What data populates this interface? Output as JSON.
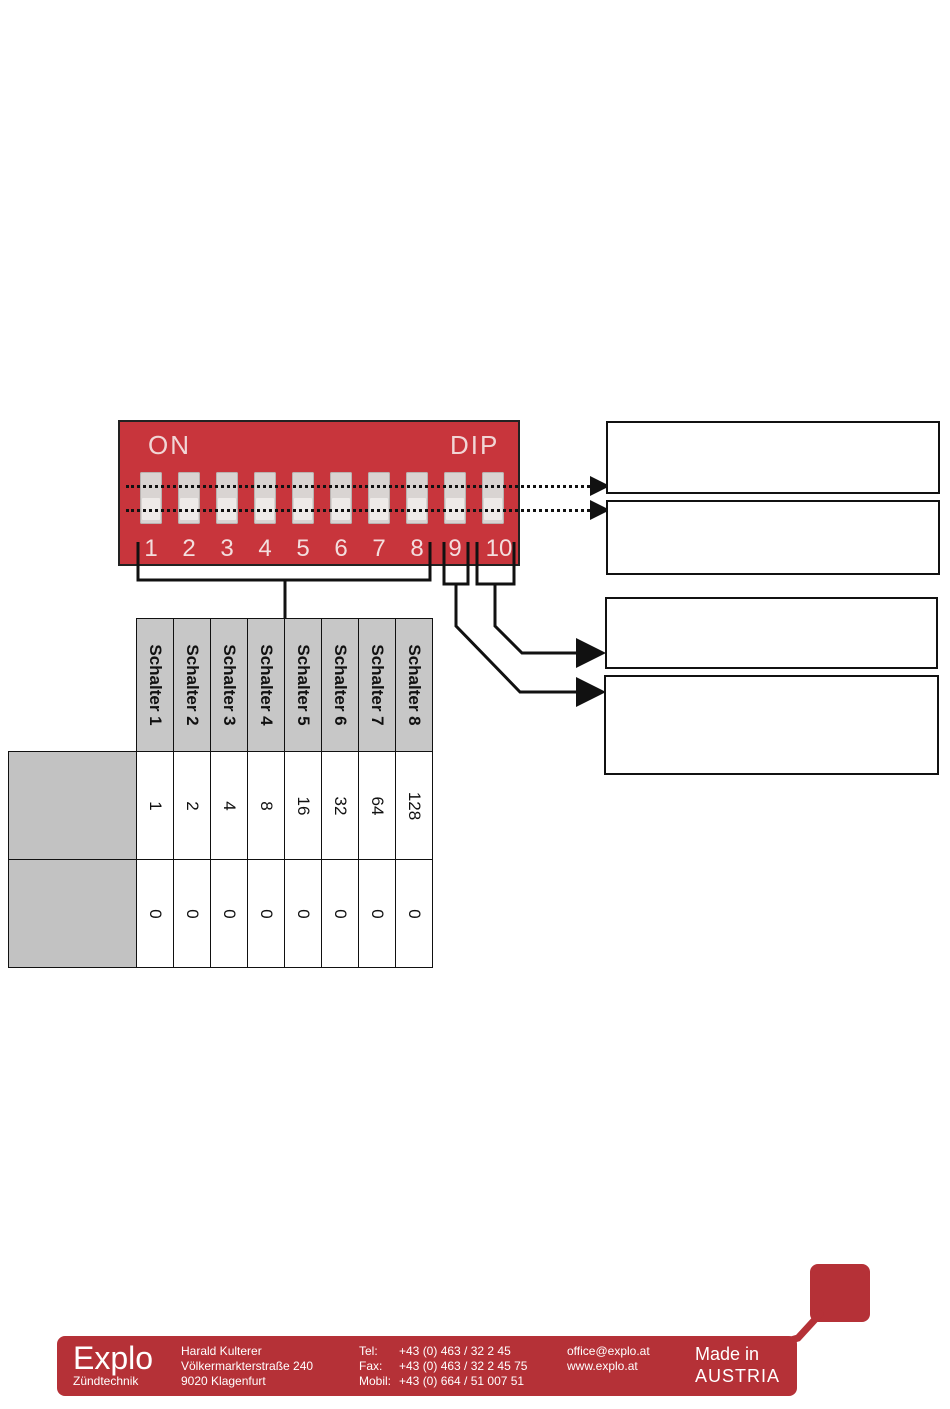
{
  "dip": {
    "on_label": "ON",
    "dip_label": "DIP",
    "switch_numbers": [
      "1",
      "2",
      "3",
      "4",
      "5",
      "6",
      "7",
      "8",
      "9",
      "10"
    ]
  },
  "table": {
    "headers": [
      "Schalter 1",
      "Schalter 2",
      "Schalter 3",
      "Schalter 4",
      "Schalter 5",
      "Schalter 6",
      "Schalter 7",
      "Schalter 8"
    ],
    "weights": [
      "1",
      "2",
      "4",
      "8",
      "16",
      "32",
      "64",
      "128"
    ],
    "states": [
      "0",
      "0",
      "0",
      "0",
      "0",
      "0",
      "0",
      "0"
    ]
  },
  "footer": {
    "brand": "Explo",
    "brand_sub": "Zündtechnik",
    "address": [
      "Harald Kulterer",
      "Völkermarkterstraße 240",
      "9020 Klagenfurt"
    ],
    "phone_labels": [
      "Tel:",
      "Fax:",
      "Mobil:"
    ],
    "phone_values": [
      "+43 (0) 463 / 32 2 45",
      "+43 (0) 463 / 32 2 45 75",
      "+43 (0) 664 / 51 007 51"
    ],
    "email": "office@explo.at",
    "web": "www.explo.at",
    "made_in": "Made in",
    "country": "AUSTRIA"
  },
  "colors": {
    "dip_red": "#c8353c",
    "brand_red": "#b53137",
    "header_gray": "#c7c7c7"
  }
}
